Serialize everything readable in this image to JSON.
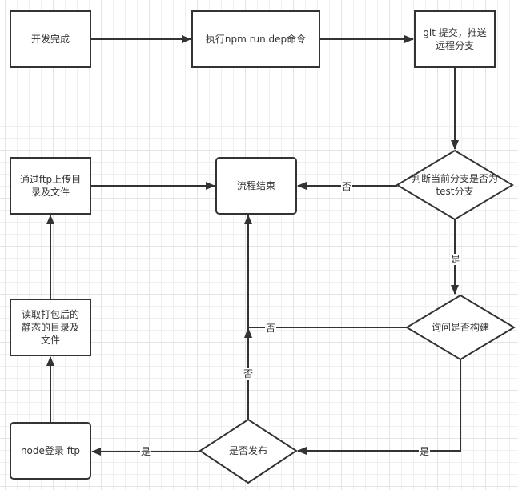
{
  "nodes": {
    "dev_done": {
      "label": "开发完成",
      "shape": "rect"
    },
    "run_dep": {
      "label": "执行npm run dep命令",
      "shape": "rect"
    },
    "git_push": {
      "label": "git 提交，推送远程分支",
      "shape": "rect"
    },
    "check_branch": {
      "label": "判断当前分支是否为test分支",
      "shape": "diamond"
    },
    "flow_end": {
      "label": "流程结束",
      "shape": "rounded-rect"
    },
    "ftp_upload": {
      "label": "通过ftp上传目录及文件",
      "shape": "rect"
    },
    "ask_build": {
      "label": "询问是否构建",
      "shape": "diamond"
    },
    "read_static": {
      "label": "读取打包后的静态的目录及文件",
      "shape": "rect"
    },
    "is_publish": {
      "label": "是否发布",
      "shape": "diamond"
    },
    "node_login": {
      "label": "node登录 ftp",
      "shape": "rounded-rect"
    }
  },
  "edges": {
    "dev_to_run": {
      "from": "dev_done",
      "to": "run_dep",
      "label": ""
    },
    "run_to_git": {
      "from": "run_dep",
      "to": "git_push",
      "label": ""
    },
    "git_to_check": {
      "from": "git_push",
      "to": "check_branch",
      "label": ""
    },
    "check_no": {
      "from": "check_branch",
      "to": "flow_end",
      "label": "否"
    },
    "check_yes": {
      "from": "check_branch",
      "to": "ask_build",
      "label": "是"
    },
    "build_no": {
      "from": "ask_build",
      "to": "flow_end",
      "label": "否"
    },
    "build_yes": {
      "from": "ask_build",
      "to": "is_publish",
      "label": "是"
    },
    "publish_no": {
      "from": "is_publish",
      "to": "flow_end",
      "label": "否"
    },
    "publish_yes": {
      "from": "is_publish",
      "to": "node_login",
      "label": "是"
    },
    "login_to_read": {
      "from": "node_login",
      "to": "read_static",
      "label": ""
    },
    "read_to_upload": {
      "from": "read_static",
      "to": "ftp_upload",
      "label": ""
    },
    "upload_to_end": {
      "from": "ftp_upload",
      "to": "flow_end",
      "label": ""
    }
  },
  "colors": {
    "stroke": "#333333",
    "text": "#333333",
    "fill": "#ffffff"
  }
}
